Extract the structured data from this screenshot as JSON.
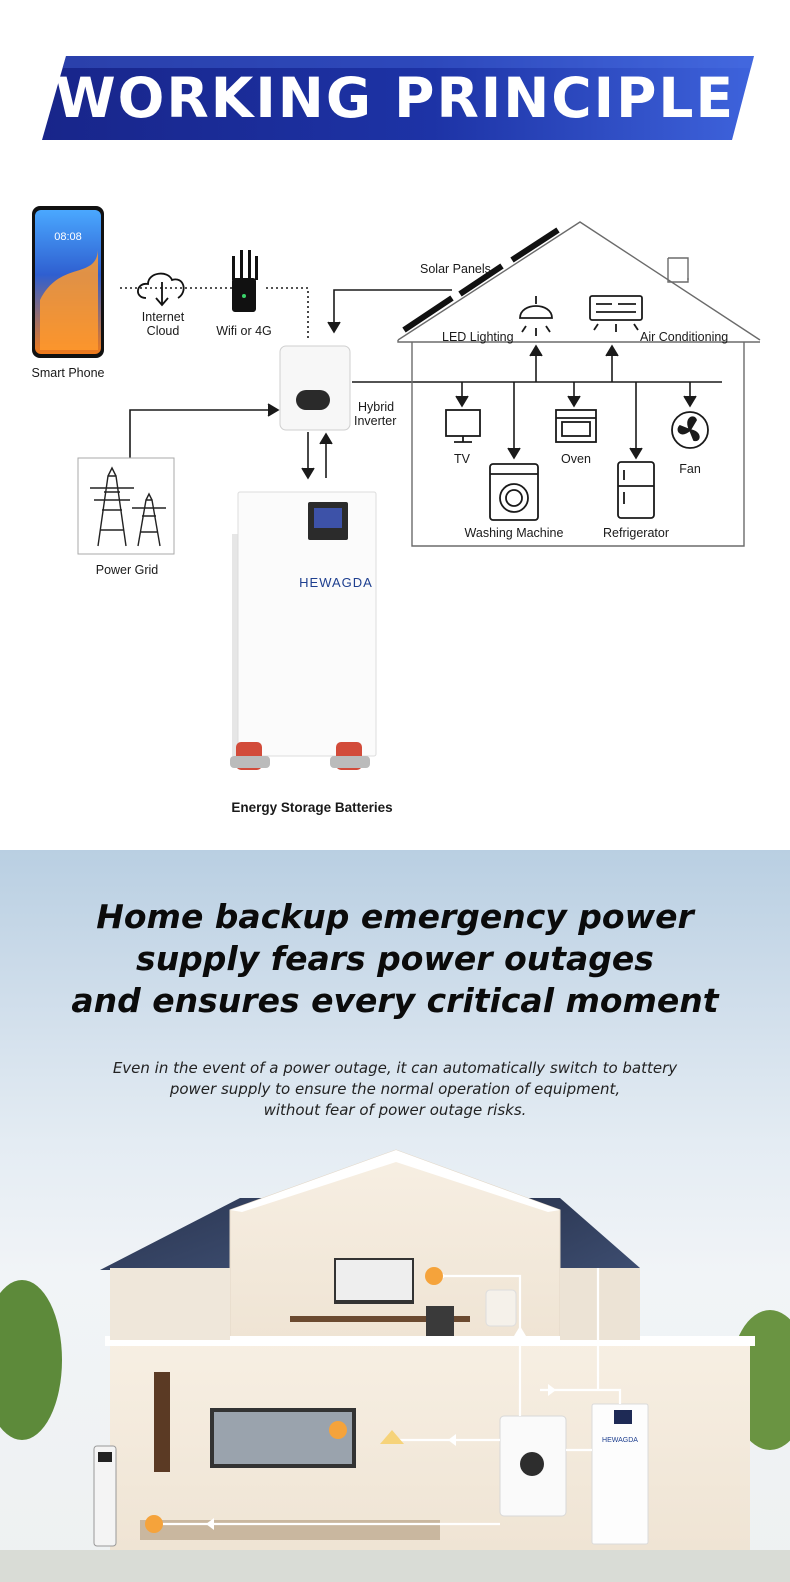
{
  "banner": {
    "title": "WORKING PRINCIPLE"
  },
  "diagram": {
    "phone": {
      "label": "Smart Phone",
      "screen_time": "08:08"
    },
    "cloud": {
      "label_line1": "Internet",
      "label_line2": "Cloud"
    },
    "wifi": {
      "label": "Wifi or 4G"
    },
    "inverter": {
      "label_line1": "Hybrid",
      "label_line2": "Inverter"
    },
    "grid": {
      "label": "Power Grid"
    },
    "battery": {
      "label": "Energy Storage Batteries",
      "brand": "HEWAGDA"
    },
    "house": {
      "solar_label": "Solar Panels",
      "appliances": {
        "led": "LED Lighting",
        "ac": "Air Conditioning",
        "tv": "TV",
        "oven": "Oven",
        "fan": "Fan",
        "washer": "Washing Machine",
        "fridge": "Refrigerator"
      }
    }
  },
  "backup": {
    "headline": [
      "Home backup emergency power",
      "supply fears power outages",
      "and ensures every critical moment"
    ],
    "description": [
      "Even in the event of a power outage, it can automatically switch to battery",
      "power supply to ensure the normal operation of equipment,",
      "without fear of power outage risks."
    ],
    "scene_battery_brand": "HEWAGDA"
  },
  "colors": {
    "banner_dark": "#1b2a8c",
    "banner_light": "#3a5bd9",
    "line": "#1a1a1a",
    "highlight_orange": "#f5a33b"
  },
  "icons": [
    "smartphone-icon",
    "cloud-download-icon",
    "wifi-router-icon",
    "inverter-icon",
    "power-tower-icon",
    "battery-cabinet-icon",
    "led-lamp-icon",
    "air-conditioner-icon",
    "tv-icon",
    "oven-icon",
    "fan-icon",
    "washing-machine-icon",
    "refrigerator-icon",
    "solar-panel-icon"
  ]
}
